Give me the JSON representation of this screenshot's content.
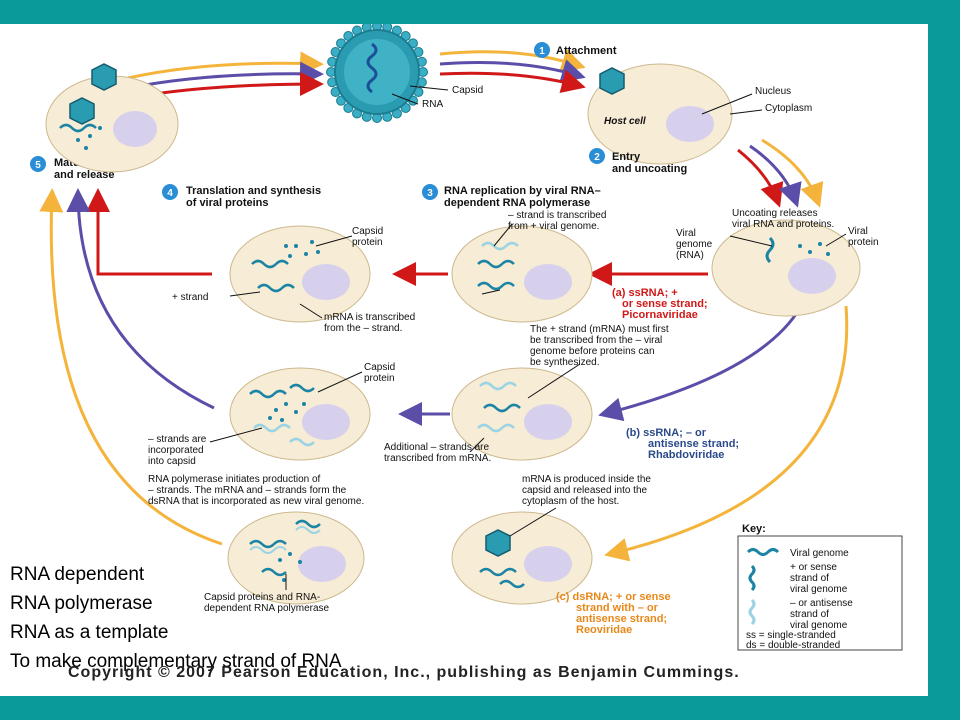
{
  "diagram": {
    "steps": {
      "s1": {
        "num": "1",
        "label": "Attachment"
      },
      "s2": {
        "num": "2",
        "line1": "Entry",
        "line2": "and uncoating"
      },
      "s3": {
        "num": "3",
        "line1": "RNA replication by viral RNA–",
        "line2": "dependent RNA polymerase"
      },
      "s4": {
        "num": "4",
        "line1": "Translation and synthesis",
        "line2": "of viral proteins"
      },
      "s5": {
        "num": "5",
        "line1": "Maturation",
        "line2": "and release"
      }
    },
    "labels": {
      "capsid": "Capsid",
      "rna": "RNA",
      "nucleus": "Nucleus",
      "cytoplasm": "Cytoplasm",
      "host_cell": "Host cell",
      "uncoating_1": "Uncoating releases",
      "uncoating_2": "viral RNA and proteins.",
      "viral_genome_1": "Viral",
      "viral_genome_2": "genome",
      "viral_genome_3": "(RNA)",
      "viral_protein_1": "Viral",
      "viral_protein_2": "protein",
      "minus_transcribed_1": "– strand is transcribed",
      "minus_transcribed_2": "from + viral genome.",
      "capsid_protein_1": "Capsid",
      "capsid_protein_2": "protein",
      "plus_strand": "+ strand",
      "mrna_minus_1": "mRNA is transcribed",
      "mrna_minus_2": "from the – strand.",
      "ss_a_1": "(a) ssRNA; +",
      "ss_a_2": "or sense strand;",
      "ss_a_3": "Picornaviridae",
      "plus_first_1": "The + strand (mRNA) must first",
      "plus_first_2": "be transcribed from the – viral",
      "plus_first_3": "genome before proteins can",
      "plus_first_4": "be synthesized.",
      "capsid_protein2_1": "Capsid",
      "capsid_protein2_2": "protein",
      "minus_incorp_1": "– strands are",
      "minus_incorp_2": "incorporated",
      "minus_incorp_3": "into capsid",
      "additional_1": "Additional – strands are",
      "additional_2": "transcribed from mRNA.",
      "ss_b_1": "(b) ssRNA; – or",
      "ss_b_2": "antisense strand;",
      "ss_b_3": "Rhabdoviridae",
      "rnapol_1": "RNA polymerase initiates production of",
      "rnapol_2": "– strands. The mRNA and – strands form the",
      "rnapol_3": "dsRNA that is incorporated as new viral genome.",
      "mrna_inside_1": "mRNA is produced inside the",
      "mrna_inside_2": "capsid and released into the",
      "mrna_inside_3": "cytoplasm of the host.",
      "capsid_rna_1": "Capsid proteins and RNA-",
      "capsid_rna_2": "dependent RNA polymerase",
      "ds_c_1": "(c) dsRNA; + or sense",
      "ds_c_2": "strand with – or",
      "ds_c_3": "antisense strand;",
      "ds_c_4": "Reoviridae"
    },
    "key": {
      "title": "Key:",
      "viral_genome": "Viral genome",
      "plus_1": "+ or sense",
      "plus_2": "strand of",
      "plus_3": "viral genome",
      "minus_1": "– or antisense",
      "minus_2": "strand of",
      "minus_3": "viral genome",
      "ss": "ss = single-stranded",
      "ds": "ds = double-stranded"
    },
    "colors": {
      "cell": "#f7ecd6",
      "nucleus": "#d7d0ec",
      "rna_dark": "#1b84a4",
      "rna_light": "#9ad4e4",
      "capsid": "#2a9cb2",
      "arrow_red": "#d01818",
      "arrow_purple": "#5a4ea8",
      "arrow_orange": "#f4b43c",
      "step_badge": "#2a8ed6",
      "background": "#0a9a9a"
    }
  },
  "caption": {
    "line1": "RNA dependent",
    "line2": "RNA polymerase",
    "line3": "RNA as a template",
    "line4": "To make complementary strand of RNA"
  },
  "copyright": "Copyright © 2007 Pearson Education, Inc., publishing as Benjamin Cummings."
}
